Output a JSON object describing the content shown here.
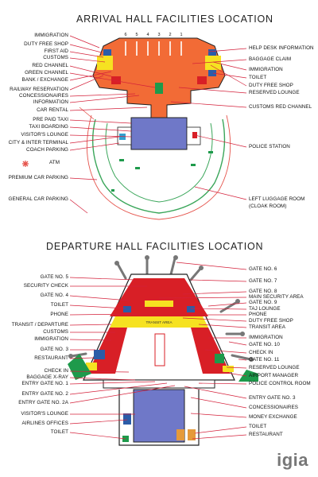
{
  "arrival": {
    "title": "ARRIVAL HALL FACILITIES LOCATION",
    "gates": [
      "6",
      "5",
      "4",
      "3",
      "2",
      "1"
    ],
    "left_labels": [
      "IMMIGRATION",
      "DUTY FREE SHOP",
      "FIRST AID",
      "CUSTOMS",
      "RED CHANNEL",
      "GREEN CHANNEL",
      "BANK / EXCHANGE",
      "RAILWAY RESERVATION",
      "CONCESSIONAIRES",
      "INFORMATION",
      "CAR RENTAL",
      "PRE PAID TAXI",
      "TAXI BOARDING",
      "VISITOR'S LOUNGE",
      "CITY & INTER TERMINAL",
      "COACH PARKING",
      "ATM",
      "PREMIUM CAR PARKING",
      "GENERAL CAR PARKING"
    ],
    "right_labels": [
      "HELP DESK INFORMATION",
      "BAGGAGE CLAIM",
      "IMMIGRATION",
      "TOILET",
      "DUTY FREE SHOP",
      "RESERVED LOUNGE",
      "CUSTOMS RED CHANNEL",
      "POLICE STATION",
      "LEFT LUGGAGE ROOM",
      "(CLOAK ROOM)"
    ]
  },
  "departure": {
    "title": "DEPARTURE HALL FACILITIES LOCATION",
    "transit_area_label": "TRANSIT AREA",
    "left_labels": [
      "GATE NO. 5",
      "SECURITY CHECK",
      "GATE NO. 4",
      "TOILET",
      "PHONE",
      "TRANSIT / DEPARTURE",
      "CUSTOMS",
      "IMMIGRATION",
      "GATE NO. 3",
      "RESTAURANT",
      "CHECK IN",
      "BAGGAGE X-RAY",
      "ENTRY GATE NO. 1",
      "ENTRY GATE NO. 2",
      "ENTRY GATE NO. 2A",
      "VISITOR'S LOUNGE",
      "AIRLINES OFFICES",
      "TOILET"
    ],
    "right_labels": [
      "GATE NO. 6",
      "GATE NO. 7",
      "GATE NO. 8",
      "MAIN SECURITY AREA",
      "GATE NO. 9",
      "TAJ LOUNGE",
      "PHONE",
      "DUTY FREE SHOP",
      "TRANSIT AREA",
      "IMMIGRATION",
      "GATE NO. 10",
      "CHECK IN",
      "GATE NO. 11",
      "RESERVED LOUNGE",
      "AIRPORT MANAGER",
      "POLICE CONTROL ROOM",
      "ENTRY GATE NO. 3",
      "CONCESSIONAIRES",
      "MONEY EXCHANGE",
      "TOILET",
      "RESTAURANT"
    ]
  },
  "logo": "igia",
  "colors": {
    "leader": "#d4203a",
    "terminal_orange": "#f26b36",
    "red": "#d81f26",
    "yellow": "#f6e221",
    "blue": "#2b5ca8",
    "green": "#1e9a4b",
    "road_green": "#3aa65a",
    "road_red": "#e5534b"
  }
}
